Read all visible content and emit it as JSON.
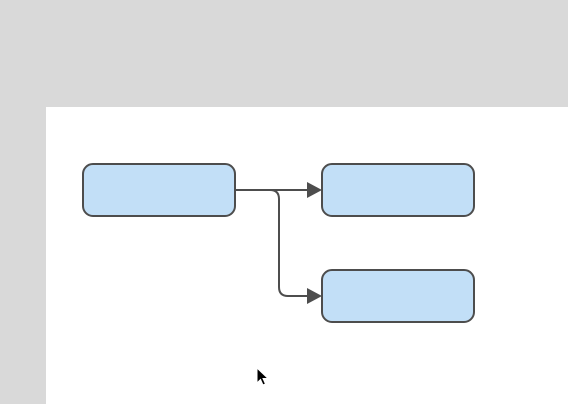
{
  "diagram": {
    "nodes": [
      {
        "id": "source",
        "label": ""
      },
      {
        "id": "target-top",
        "label": ""
      },
      {
        "id": "target-bottom",
        "label": ""
      }
    ],
    "edges": [
      {
        "from": "source",
        "to": "target-top"
      },
      {
        "from": "source",
        "to": "target-bottom"
      }
    ]
  },
  "colors": {
    "workspace": "#d9d9d9",
    "page": "#ffffff",
    "node_fill": "#c2dff7",
    "stroke": "#4d4d4d"
  },
  "icons": {
    "cursor": "mouse-pointer-icon"
  }
}
